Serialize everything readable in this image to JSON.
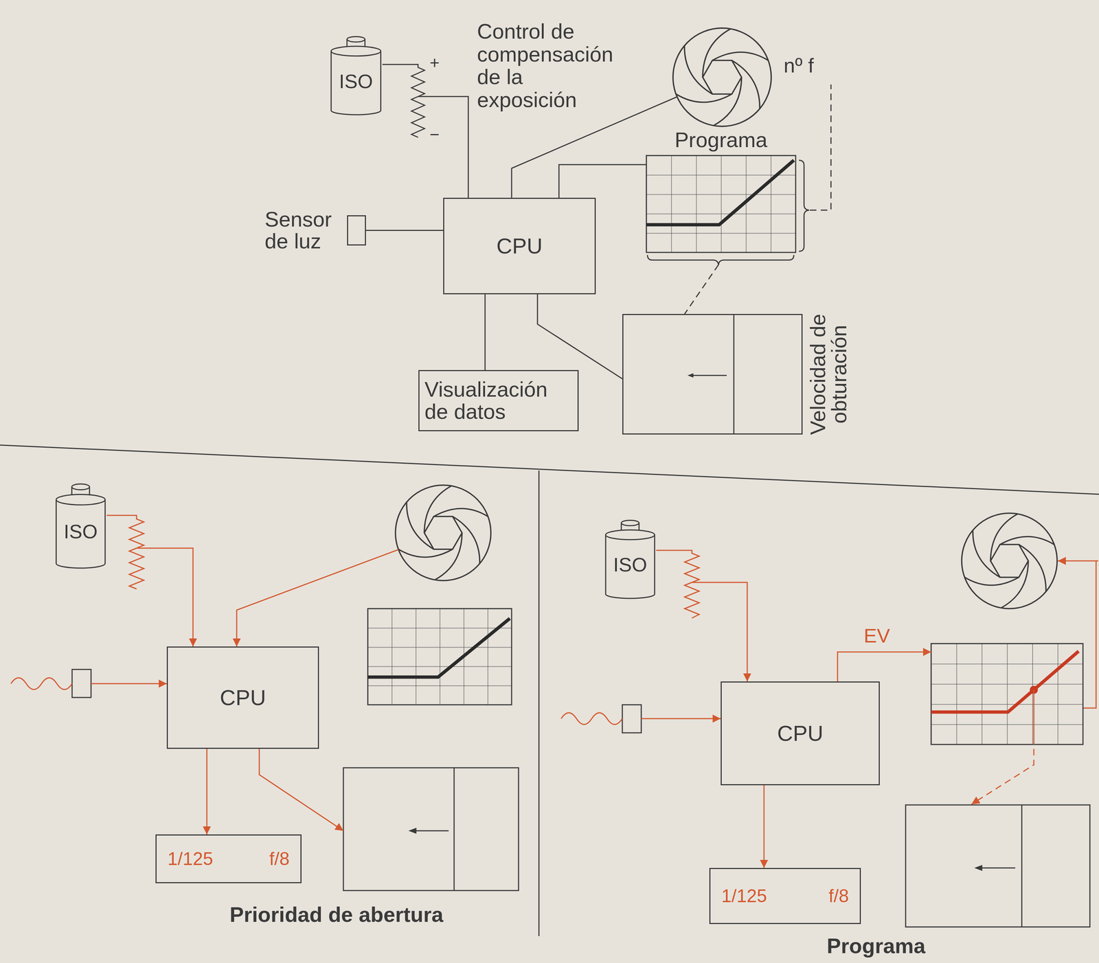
{
  "diagram": {
    "nodes": [
      {
        "text": [
          "ISO"
        ]
      },
      {
        "text": [
          "Programa"
        ]
      },
      {
        "text": [
          "Sensor de luz"
        ]
      },
      {
        "text": [
          "CPU"
        ]
      },
      {
        "text": [
          "Visualización de datos"
        ]
      },
      {
        "text": [
          "Velocidad de obturación"
        ]
      },
      {
        "text": [
          "ISO"
        ]
      },
      {
        "text": [
          "CPU"
        ]
      },
      {
        "text": [
          "1/125",
          "f/8"
        ]
      },
      {
        "text": [
          "ISO"
        ]
      },
      {
        "text": [
          "CPU"
        ]
      },
      {
        "text": [
          "1/125",
          "f/8"
        ]
      }
    ],
    "edges": [
      {
        "from": 0,
        "to": 3,
        "arrow": "none"
      },
      {
        "from": 2,
        "to": 3,
        "arrow": "none"
      },
      {
        "from": 3,
        "to": 1,
        "arrow": "none"
      },
      {
        "from": 3,
        "to": 4,
        "arrow": "none"
      },
      {
        "from": 3,
        "to": 5,
        "arrow": "none"
      },
      {
        "from": 1,
        "to": 5,
        "arrow": "none"
      },
      {
        "from": 6,
        "to": 7,
        "arrow": "to"
      },
      {
        "from": 7,
        "to": 8,
        "arrow": "to"
      },
      {
        "from": 9,
        "to": 10,
        "arrow": "to"
      },
      {
        "from": 10,
        "to": 11,
        "arrow": "to"
      }
    ],
    "labels": [
      "Control de compensación de la exposición",
      "+",
      "−",
      "nº f",
      "EV",
      "Prioridad de abertura",
      "Programa"
    ]
  }
}
